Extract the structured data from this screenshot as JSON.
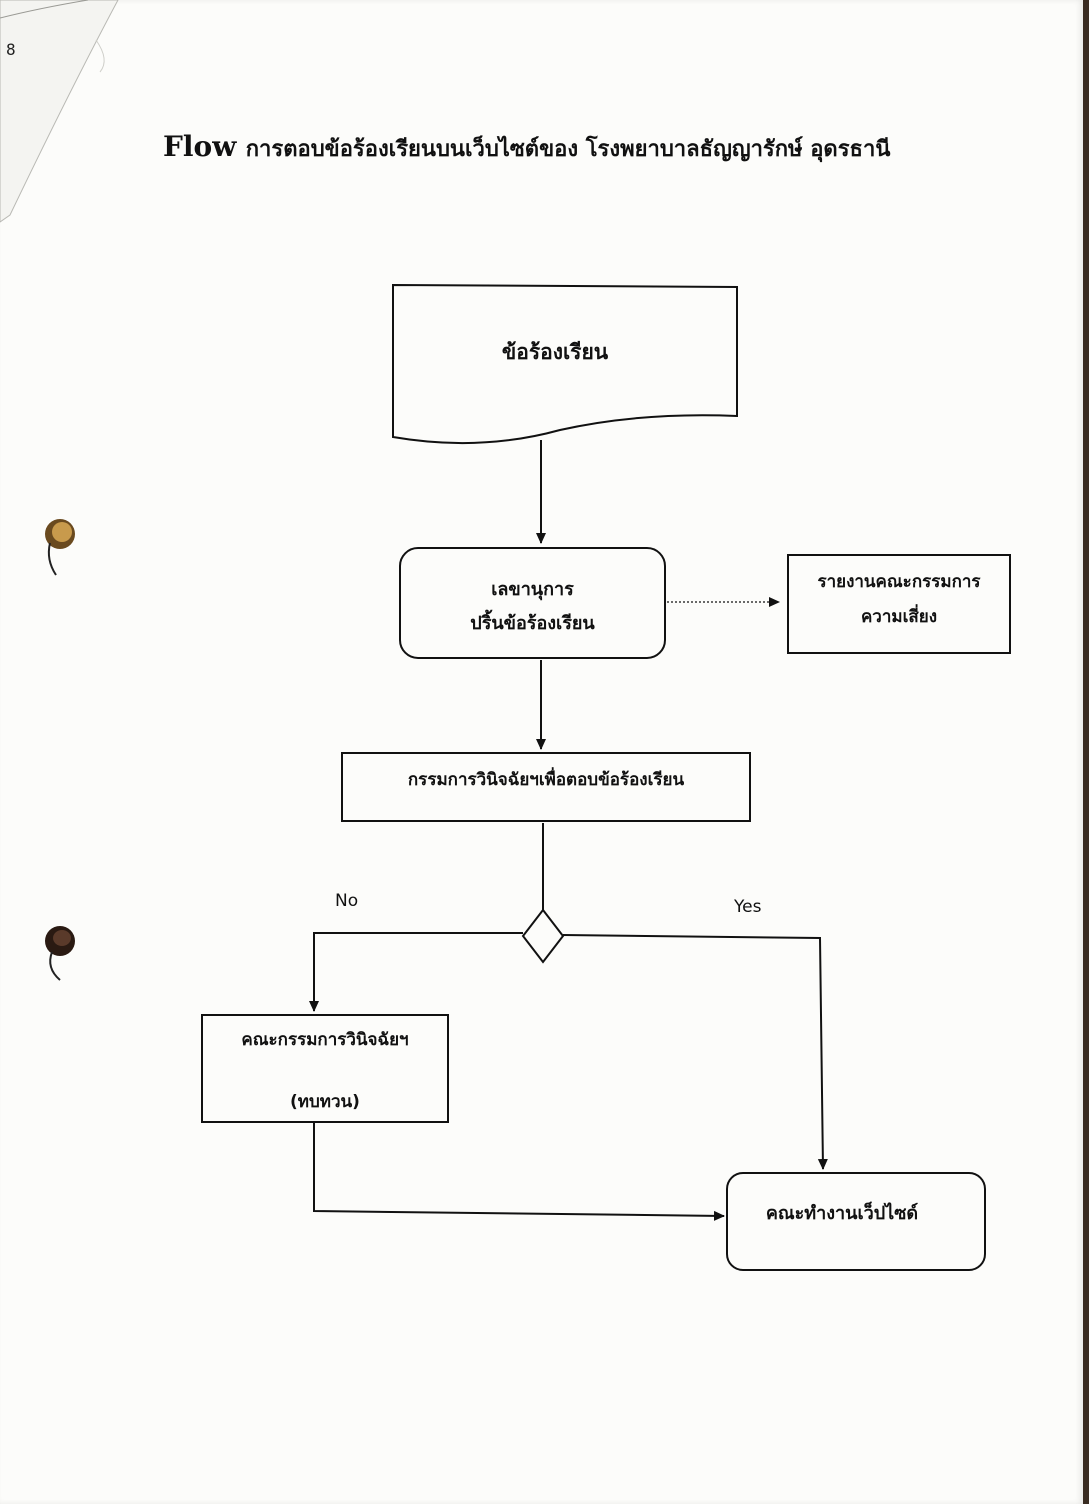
{
  "page": {
    "number": "8"
  },
  "title": {
    "flow_word": "Flow",
    "text": "การตอบข้อร้องเรียนบนเว็บไซต์ของ โรงพยาบาลธัญญารักษ์ อุดรธานี"
  },
  "nodes": {
    "complaint_document": "ข้อร้องเรียน",
    "secretary_line1": "เลขานุการ",
    "secretary_line2": "ปริ้นข้อร้องเรียน",
    "risk_committee_line1": "รายงานคณะกรรมการ",
    "risk_committee_line2": "ความเสี่ยง",
    "diagnosis_committee_answer": "กรรมการวินิจฉัยฯเพื่อตอบข้อร้องเรียน",
    "review_committee_line1": "คณะกรรมการวินิจฉัยฯ",
    "review_committee_line2": "(ทบทวน)",
    "website_team": "คณะทำงานเว็ปไซด์"
  },
  "branches": {
    "no": "No",
    "yes": "Yes"
  },
  "colors": {
    "paper": "#fcfcfa",
    "ink": "#111111",
    "background": "#3a2c22"
  }
}
